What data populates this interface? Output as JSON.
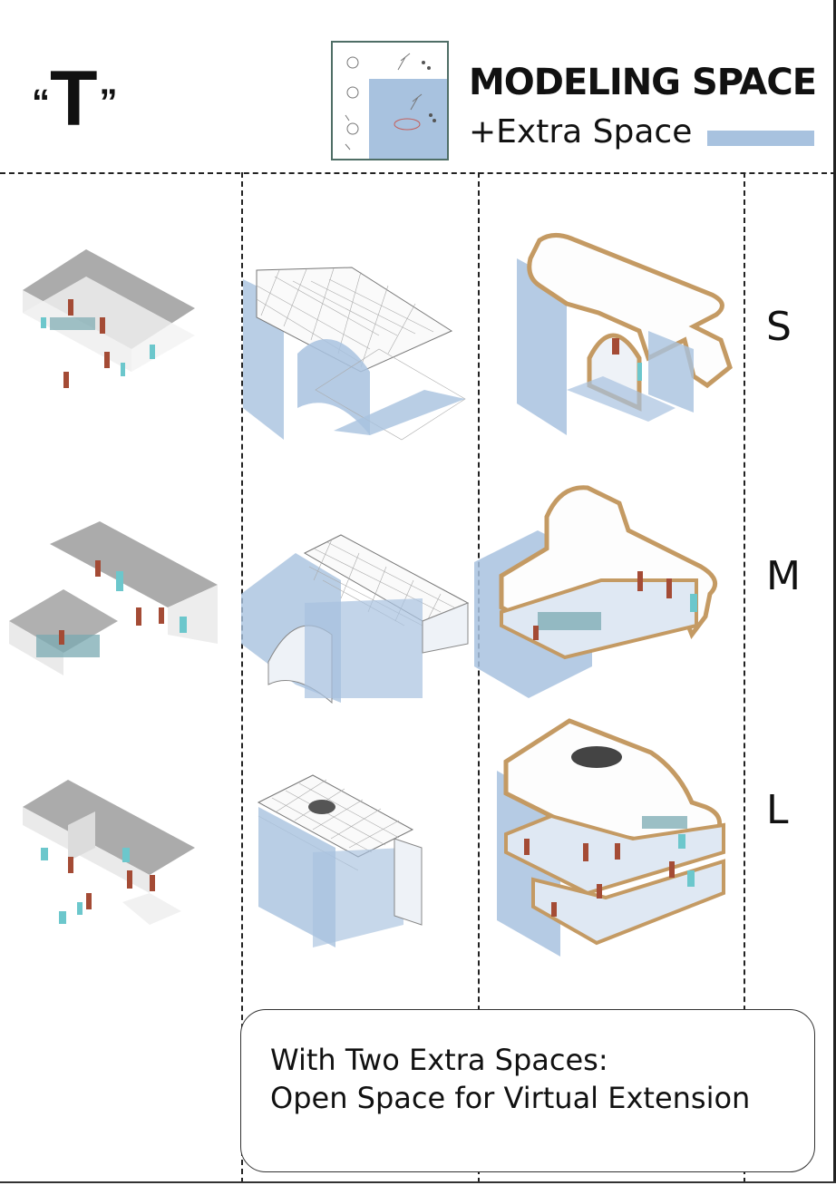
{
  "header": {
    "open_quote": "“",
    "letter": "T",
    "close_quote": "”",
    "title": "MODELING SPACE",
    "subtitle": "+Extra Space"
  },
  "rows": [
    {
      "size": "S"
    },
    {
      "size": "M"
    },
    {
      "size": "L"
    }
  ],
  "note": {
    "line1": "With Two Extra Spaces:",
    "line2": "Open Space for Virtual Extension"
  },
  "colors": {
    "extra_space_blue": "#a8c2df",
    "wall_tan": "#c49a63",
    "grey_plane": "#9a9a9a",
    "figure_red": "#a44b35",
    "figure_cyan": "#6cc7cc"
  }
}
